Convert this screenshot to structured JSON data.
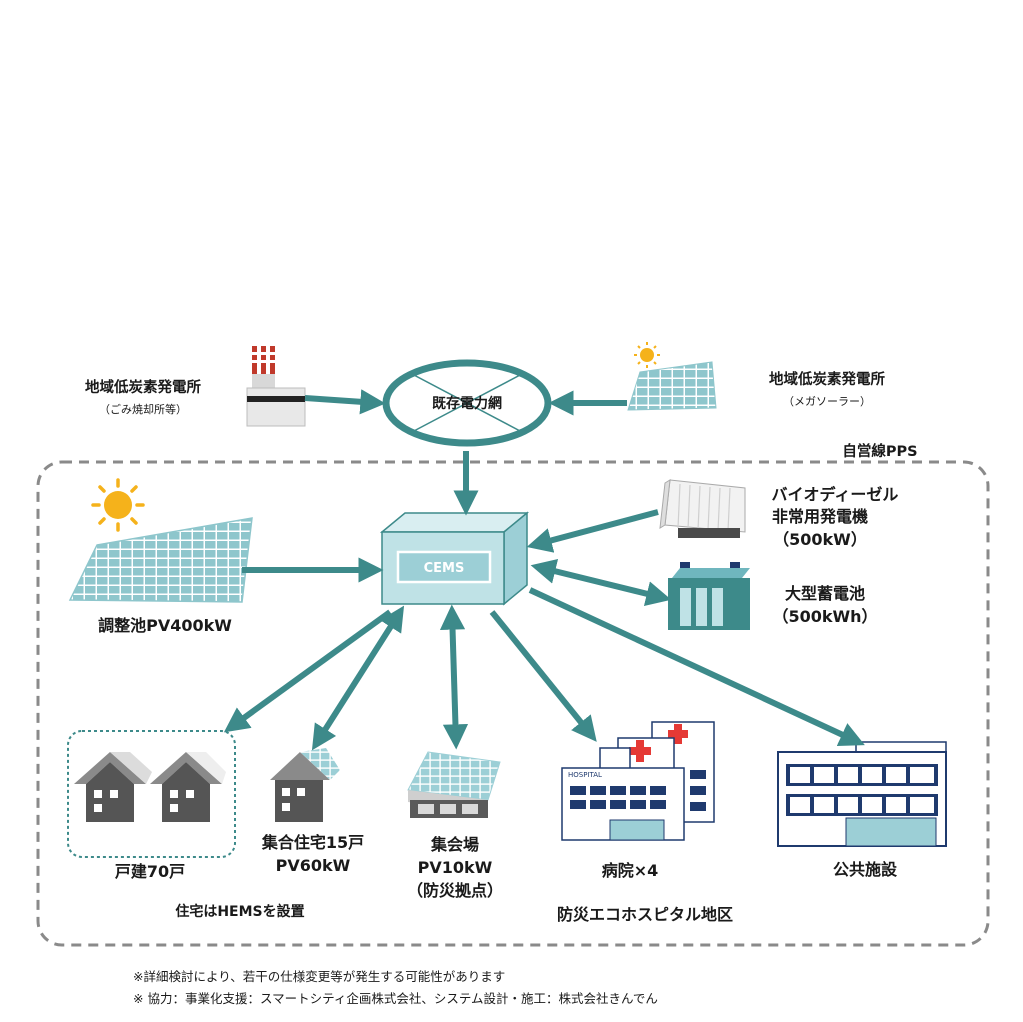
{
  "grid": {
    "center_label": "既存電力網"
  },
  "plants": {
    "waste": {
      "title": "地域低炭素発電所",
      "sub": "（ごみ焼却所等）"
    },
    "solar": {
      "title": "地域低炭素発電所",
      "sub": "（メガソーラー）"
    }
  },
  "pps_label": "自営線PPS",
  "cems_label": "CEMS",
  "pv_pond": "調整池PV400kW",
  "diesel": {
    "line1": "バイオディーゼル",
    "line2": "非常用発電機",
    "line3": "（500kW）"
  },
  "battery": {
    "line1": "大型蓄電池",
    "line2": "（500kWh）"
  },
  "houses": {
    "label": "戸建70戸"
  },
  "apartment": {
    "line1": "集合住宅15戸",
    "line2": "PV60kW"
  },
  "hall": {
    "line1": "集会場",
    "line2": "PV10kW",
    "line3": "（防災拠点）"
  },
  "hospital": {
    "sign": "HOSPITAL",
    "label": "病院×4"
  },
  "public": {
    "label": "公共施設"
  },
  "hems_note": "住宅はHEMSを設置",
  "district": "防災エコホスピタル地区",
  "notes": [
    "※詳細検討により、若干の仕様変更等が発生する可能性があります",
    "※ 協力：事業化支援：スマートシティ企画株式会社、システム設計・施工：株式会社きんでん"
  ],
  "colors": {
    "teal": "#3d8a8a",
    "panel": "#8ec6cc",
    "navy": "#1f3a6e",
    "sun": "#f5b21b"
  }
}
